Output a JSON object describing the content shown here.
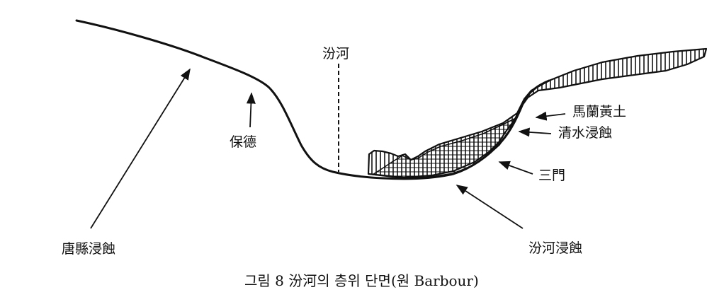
{
  "labels": {
    "fen_river": "汾河",
    "malan_loess": "馬蘭黃土",
    "qingshui_erosion": "清水浸蝕",
    "baode": "保德",
    "sanmen": "三門",
    "tangxian_erosion": "唐縣浸蝕",
    "fenhe_erosion": "汾河浸蝕"
  },
  "caption": "그림 8 汾河의 층위 단면(원 Barbour)"
}
